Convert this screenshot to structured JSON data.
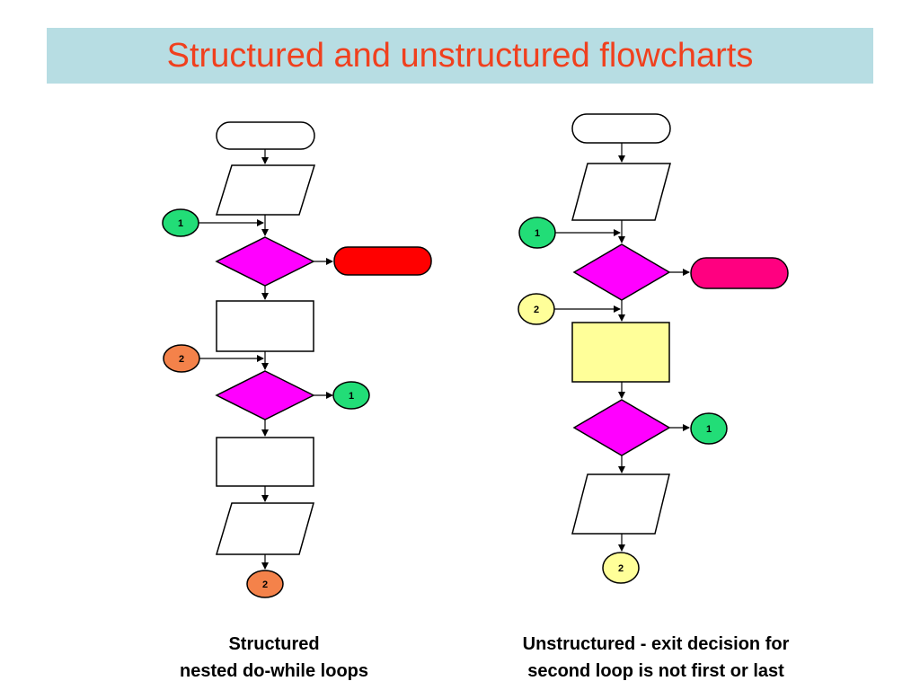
{
  "title": "Structured and unstructured flowcharts",
  "colors": {
    "title_bg": "#b7dde3",
    "title_text": "#f0401e",
    "decision": "#ff00ff",
    "connector_green": "#22dd77",
    "connector_orange": "#f4824a",
    "connector_yellow": "#ffff99",
    "terminal_red": "#ff0000",
    "terminal_pink": "#ff0080",
    "process_yellow": "#ffff99"
  },
  "left_diagram": {
    "connectors": {
      "c1_label": "1",
      "c2_label": "2",
      "exit1_label": "1",
      "bottom2_label": "2"
    },
    "caption_line1": "Structured",
    "caption_line2": "nested do-while loops"
  },
  "right_diagram": {
    "connectors": {
      "c1_label": "1",
      "c2_label": "2",
      "exit1_label": "1",
      "bottom2_label": "2"
    },
    "caption_line1": "Unstructured - exit decision for",
    "caption_line2": "second loop is not first or last"
  }
}
